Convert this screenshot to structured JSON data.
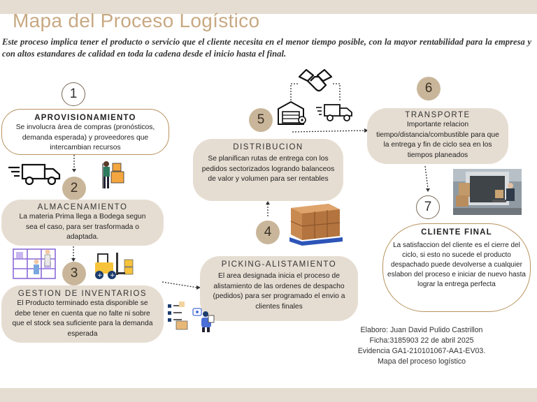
{
  "header": {
    "title": "Mapa del Proceso Logístico",
    "subtitle": "Este proceso implica tener el producto o servicio que el cliente necesita en el menor tiempo posible, con la mayor rentabilidad para la empresa y con altos estandares de calidad en toda la cadena desde el inicio hasta el final."
  },
  "steps": [
    {
      "number": "1",
      "title": "APROVISIONAMIENTO",
      "text": "Se involucra área de compras (pronósticos, demanda esperada) y proveedores que intercambian recursos"
    },
    {
      "number": "2",
      "title": "ALMACENAMIENTO",
      "text": "La materia Prima llega a Bodega segun sea el caso, para ser trasformada o adaptada."
    },
    {
      "number": "3",
      "title": "GESTION DE INVENTARIOS",
      "text": "El Producto terminado esta disponible se debe tener en cuenta que no falte ni sobre que el stock sea suficiente para la demanda esperada"
    },
    {
      "number": "4",
      "title": "PICKING-ALISTAMIENTO",
      "text": "El area designada inicia el proceso de alistamiento de las ordenes de despacho (pedidos) para ser programado el envio a clientes finales"
    },
    {
      "number": "5",
      "title": "DISTRIBUCION",
      "text": "Se planifican rutas de entrega con los pedidos sectorizados logrando balanceos de valor y volumen para ser rentables"
    },
    {
      "number": "6",
      "title": "TRANSPORTE",
      "text": "Importante relacion tiempo/distancia/combustible para que la entrega y fin de ciclo sea en los tiempos planeados"
    },
    {
      "number": "7",
      "title": "CLIENTE FINAL",
      "text": "La satisfaccion del cliente es el cierre del ciclo, si esto no sucede el producto despachado puede devolverse a cualquier eslabon del proceso e iniciar de nuevo hasta lograr la entrega perfecta"
    }
  ],
  "credits": {
    "line1": "Elaboro: Juan David Pulido Castrillon",
    "line2": "Ficha:3185903 22 de abril 2025",
    "line3": "Evidencia GA1-210101067-AA1-EV03.",
    "line4": "Mapa del proceso logístico"
  },
  "colors": {
    "band": "#e6ddd2",
    "title": "#c8a983",
    "circle_fill": "#c9b69a",
    "box_border": "#b9935f"
  },
  "icons": [
    "delivery-truck-icon",
    "worker-boxes-icon",
    "warehouse-shelves-icon",
    "forklift-icon",
    "checklist-icon",
    "order-person-icon",
    "pallet-boxes-icon",
    "handshake-icon",
    "warehouse-icon",
    "fast-truck-icon",
    "van-delivery-photo"
  ]
}
